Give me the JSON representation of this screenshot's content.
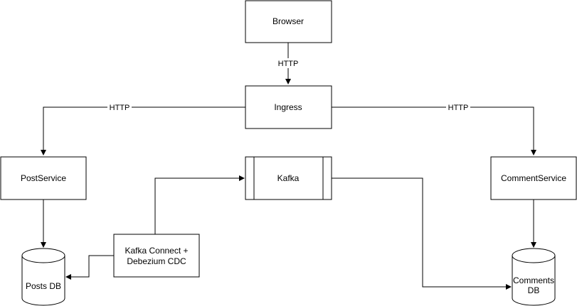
{
  "diagram": {
    "nodes": {
      "browser": "Browser",
      "ingress": "Ingress",
      "post_service": "PostService",
      "kafka": "Kafka",
      "comment_service": "CommentService",
      "kafka_connect_line1": "Kafka Connect +",
      "kafka_connect_line2": "Debezium CDC",
      "posts_db": "Posts DB",
      "comments_db_line1": "Comments",
      "comments_db_line2": "DB"
    },
    "edges": {
      "browser_to_ingress": "HTTP",
      "ingress_to_post_service": "HTTP",
      "ingress_to_comment_service": "HTTP"
    }
  }
}
